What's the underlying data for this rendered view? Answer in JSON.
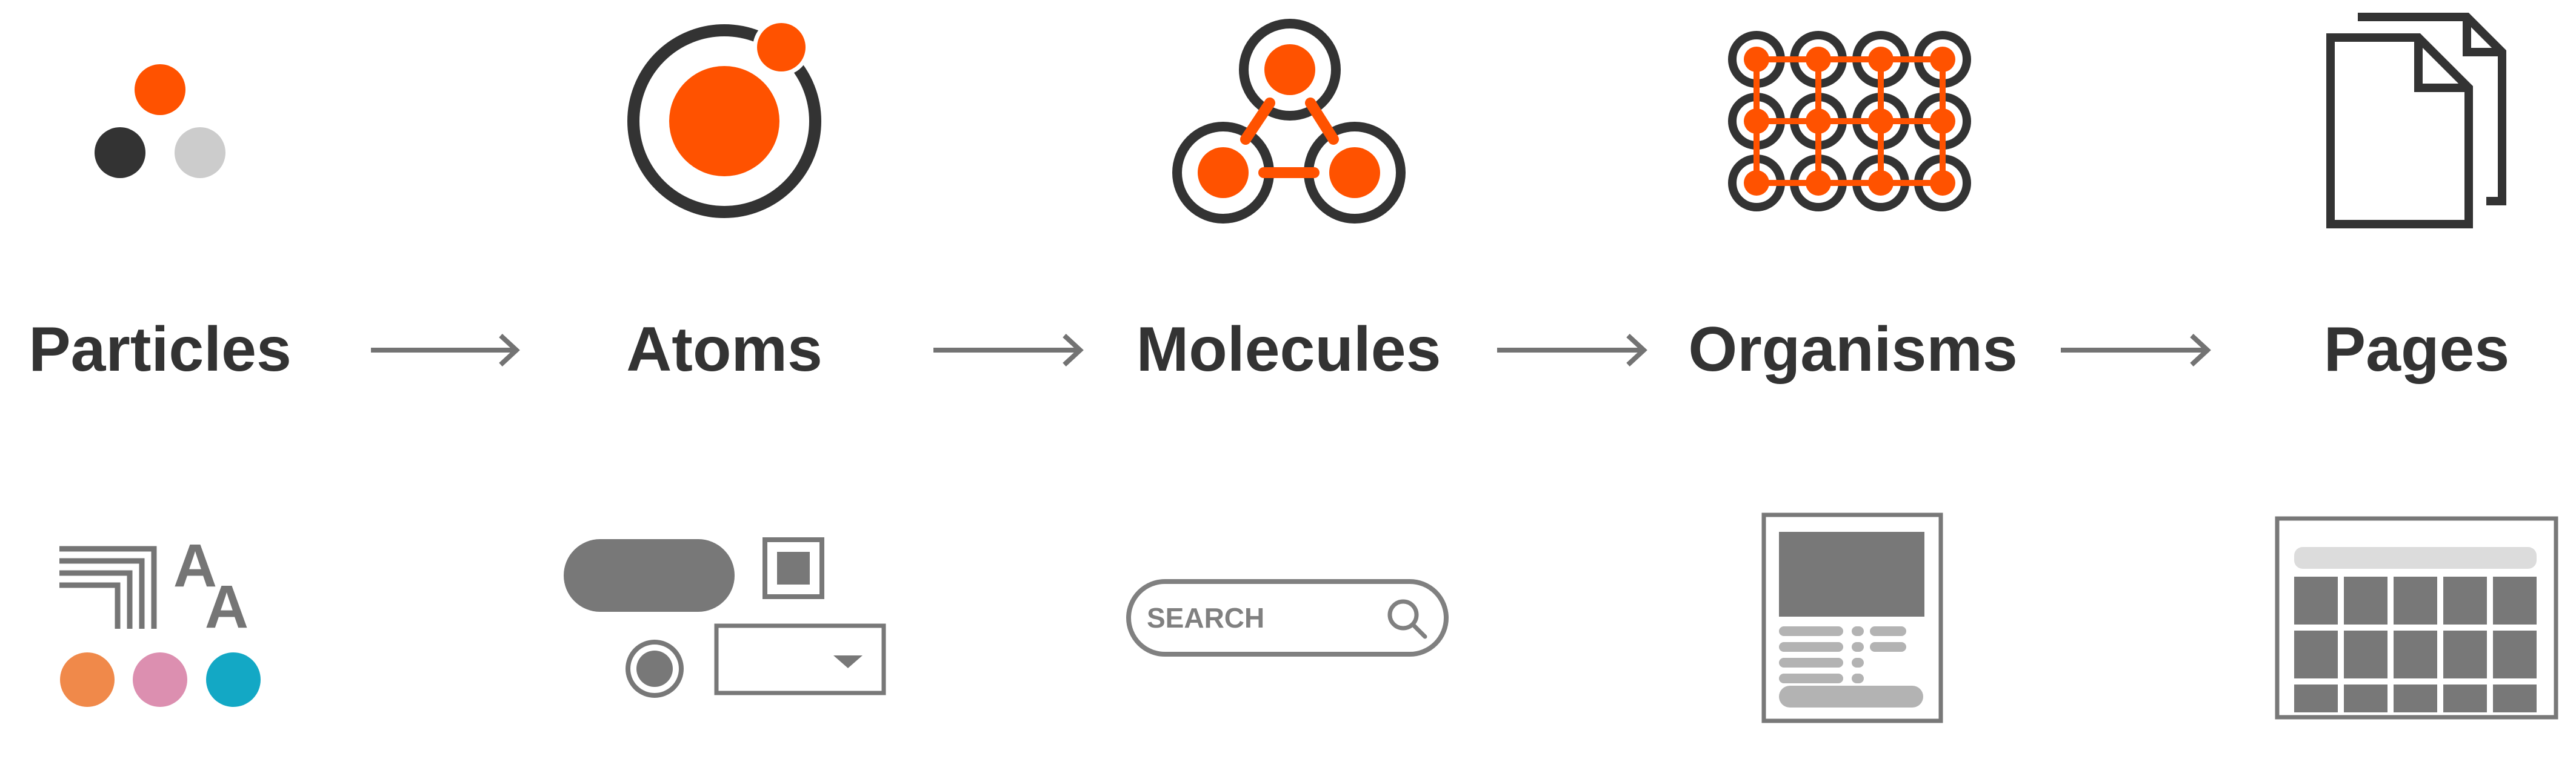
{
  "stages": [
    {
      "key": "particles",
      "label": "Particles"
    },
    {
      "key": "atoms",
      "label": "Atoms"
    },
    {
      "key": "molecules",
      "label": "Molecules"
    },
    {
      "key": "organisms",
      "label": "Organisms"
    },
    {
      "key": "pages",
      "label": "Pages"
    }
  ],
  "examples": {
    "particles": {
      "type_glyph_large": "A",
      "type_glyph_small": "A",
      "swatch_colors": [
        "#f0894a",
        "#dc8fb0",
        "#13a8c5"
      ]
    },
    "molecules": {
      "search_placeholder": "SEARCH"
    }
  },
  "colors": {
    "accent": "#ff5200",
    "dark": "#333333",
    "light_gray": "#cccccc",
    "mid_gray": "#787878",
    "arrow": "#737373"
  },
  "icons": {
    "particles": "particles-icon",
    "atoms": "atom-icon",
    "molecules": "molecule-icon",
    "organisms": "organism-grid-icon",
    "pages": "pages-documents-icon"
  }
}
